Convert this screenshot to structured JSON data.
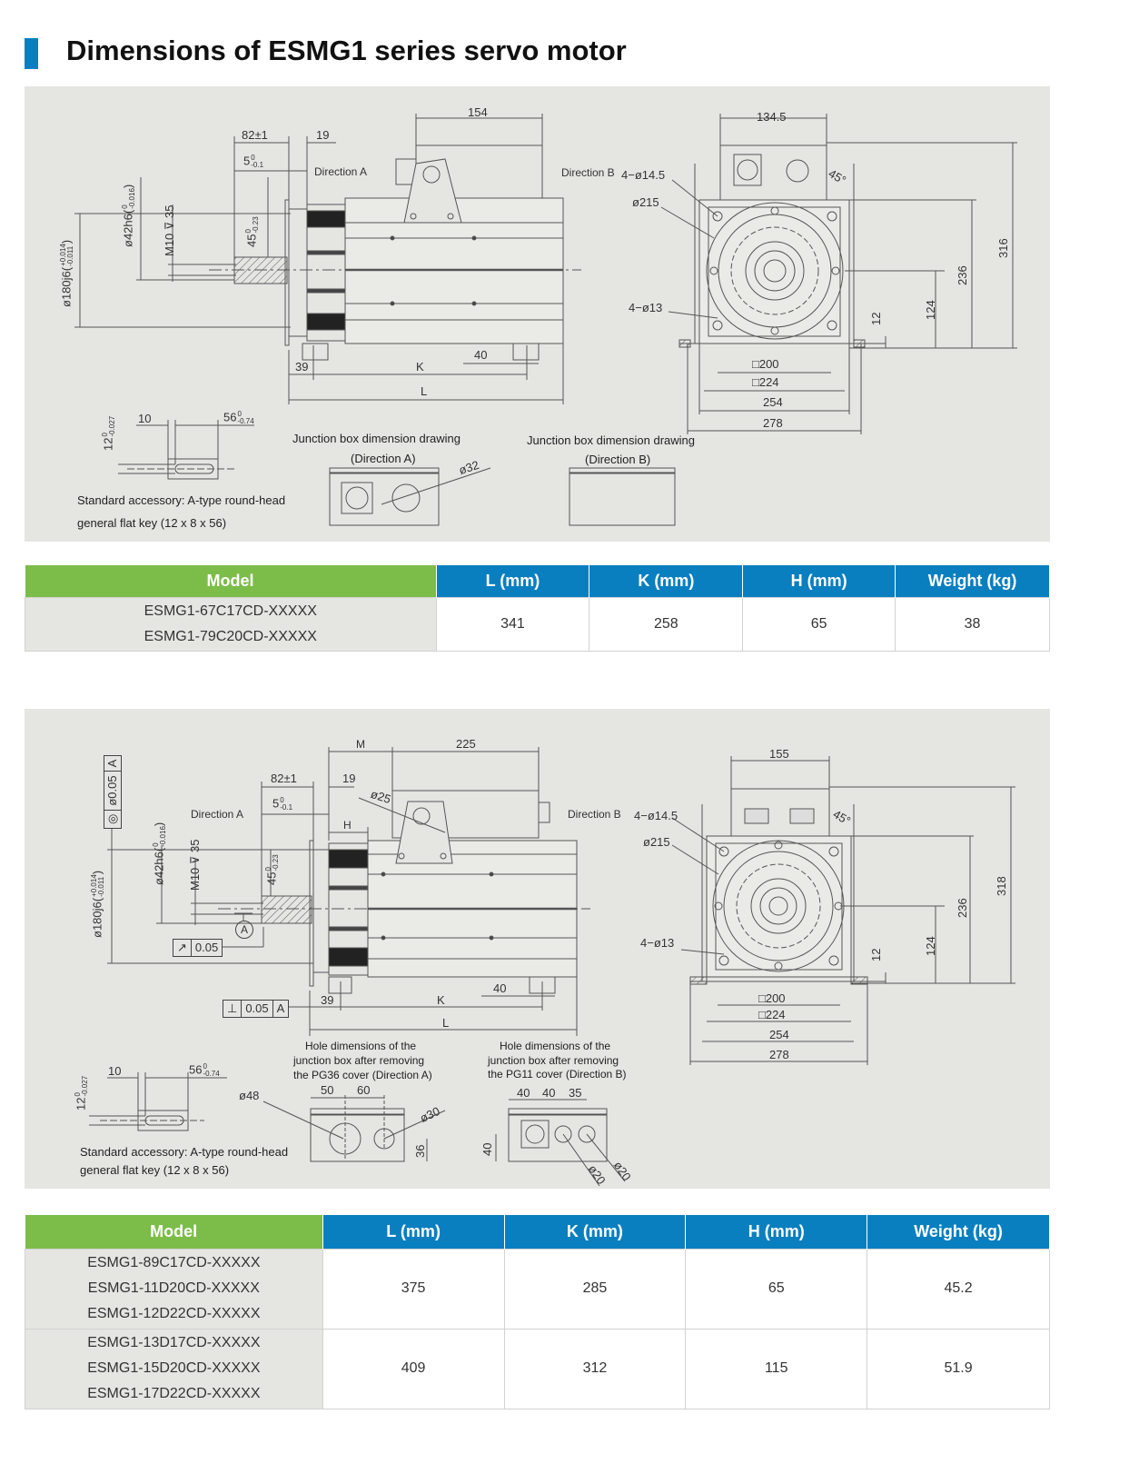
{
  "title": "Dimensions of ESMG1 series servo motor",
  "colors": {
    "accent_blue": "#0a7fc0",
    "accent_green": "#7cbd4a",
    "panel": "#e5e5e2"
  },
  "drawing1": {
    "d154": "154",
    "d82": "82±1",
    "d19": "19",
    "d5": "5",
    "d5_tol_up": "0",
    "d5_tol_lo": "-0.1",
    "dir_a": "Direction A",
    "dir_b": "Direction B",
    "holes_14": "4−ø14.5",
    "d215": "ø215",
    "holes_13": "4−ø13",
    "deg45": "45°",
    "d134": "134.5",
    "d316": "316",
    "d236": "236",
    "d124": "124",
    "d12": "12",
    "sq200": "□200",
    "sq224": "□224",
    "d254": "254",
    "d278": "278",
    "d39": "39",
    "k": "K",
    "d40": "40",
    "l": "L",
    "d180": "ø180j6",
    "d180_up": "+0.014",
    "d180_lo": "-0.011",
    "d42": "ø42h6",
    "d42_up": "0",
    "d42_lo": "-0.016",
    "m10": "M10 ⊽ 35",
    "d45": "45",
    "d45_up": "0",
    "d45_lo": "-0.23",
    "key10": "10",
    "key56": "56",
    "key56_up": "0",
    "key56_lo": "-0.74",
    "key12": "12",
    "key12_up": "0",
    "key12_lo": "-0.027",
    "accessory_1": "Standard accessory: A-type round-head",
    "accessory_2": "general flat key (12 x 8 x 56)",
    "jb_a_caption": "Junction box dimension drawing",
    "jb_a_dir": "(Direction A)",
    "d32": "ø32",
    "jb_b_caption": "Junction box dimension drawing",
    "jb_b_dir": "(Direction B)"
  },
  "table1": {
    "headers": [
      "Model",
      "L (mm)",
      "K (mm)",
      "H (mm)",
      "Weight (kg)"
    ],
    "rows": [
      {
        "models": [
          "ESMG1-67C17CD-XXXXX",
          "ESMG1-79C20CD-XXXXX"
        ],
        "l": "341",
        "k": "258",
        "h": "65",
        "weight": "38"
      }
    ]
  },
  "drawing2": {
    "m": "M",
    "d225": "225",
    "d82": "82±1",
    "d19": "19",
    "d5": "5",
    "d5_tol_up": "0",
    "d5_tol_lo": "-0.1",
    "d25": "ø25",
    "h": "H",
    "dir_a": "Direction A",
    "dir_b": "Direction B",
    "holes_14": "4−ø14.5",
    "d215": "ø215",
    "holes_13": "4−ø13",
    "deg45": "45°",
    "d155": "155",
    "d318": "318",
    "d236": "236",
    "d124": "124",
    "d12": "12",
    "sq200": "□200",
    "sq224": "□224",
    "d254": "254",
    "d278": "278",
    "d39": "39",
    "k": "K",
    "d40": "40",
    "l": "L",
    "d180": "ø180j6",
    "d180_up": "+0.014",
    "d180_lo": "-0.011",
    "d42": "ø42h6",
    "d42_up": "0",
    "d42_lo": "-0.016",
    "m10": "M10 ⊽ 35",
    "d45": "45",
    "d45_up": "0",
    "d45_lo": "-0.23",
    "coax_sym": "◎",
    "coax_val": "ø0.05",
    "coax_ref": "A",
    "runout_sym": "↗",
    "runout_val": "0.05",
    "perp_sym": "⊥",
    "perp_val": "0.05",
    "perp_ref": "A",
    "datum": "A",
    "key10": "10",
    "key56": "56",
    "key56_up": "0",
    "key56_lo": "-0.74",
    "key12": "12",
    "key12_up": "0",
    "key12_lo": "-0.027",
    "accessory_1": "Standard accessory: A-type round-head",
    "accessory_2": "general flat key (12 x 8 x 56)",
    "hole_a_caption": [
      "Hole dimensions of the",
      "junction box after removing",
      "the PG36 cover (Direction A)"
    ],
    "hole_a_50": "50",
    "hole_a_60": "60",
    "d48": "ø48",
    "d30": "ø30",
    "d36": "36",
    "hole_b_caption": [
      "Hole dimensions of the",
      "junction box after removing",
      "the PG11 cover (Direction B)"
    ],
    "hole_b_40a": "40",
    "hole_b_40b": "40",
    "hole_b_35": "35",
    "hole_b_h40": "40",
    "d20a": "ø20",
    "d20b": "ø20"
  },
  "table2": {
    "headers": [
      "Model",
      "L (mm)",
      "K (mm)",
      "H (mm)",
      "Weight (kg)"
    ],
    "rows": [
      {
        "models": [
          "ESMG1-89C17CD-XXXXX",
          "ESMG1-11D20CD-XXXXX",
          "ESMG1-12D22CD-XXXXX"
        ],
        "l": "375",
        "k": "285",
        "h": "65",
        "weight": "45.2"
      },
      {
        "models": [
          "ESMG1-13D17CD-XXXXX",
          "ESMG1-15D20CD-XXXXX",
          "ESMG1-17D22CD-XXXXX"
        ],
        "l": "409",
        "k": "312",
        "h": "115",
        "weight": "51.9"
      }
    ]
  }
}
